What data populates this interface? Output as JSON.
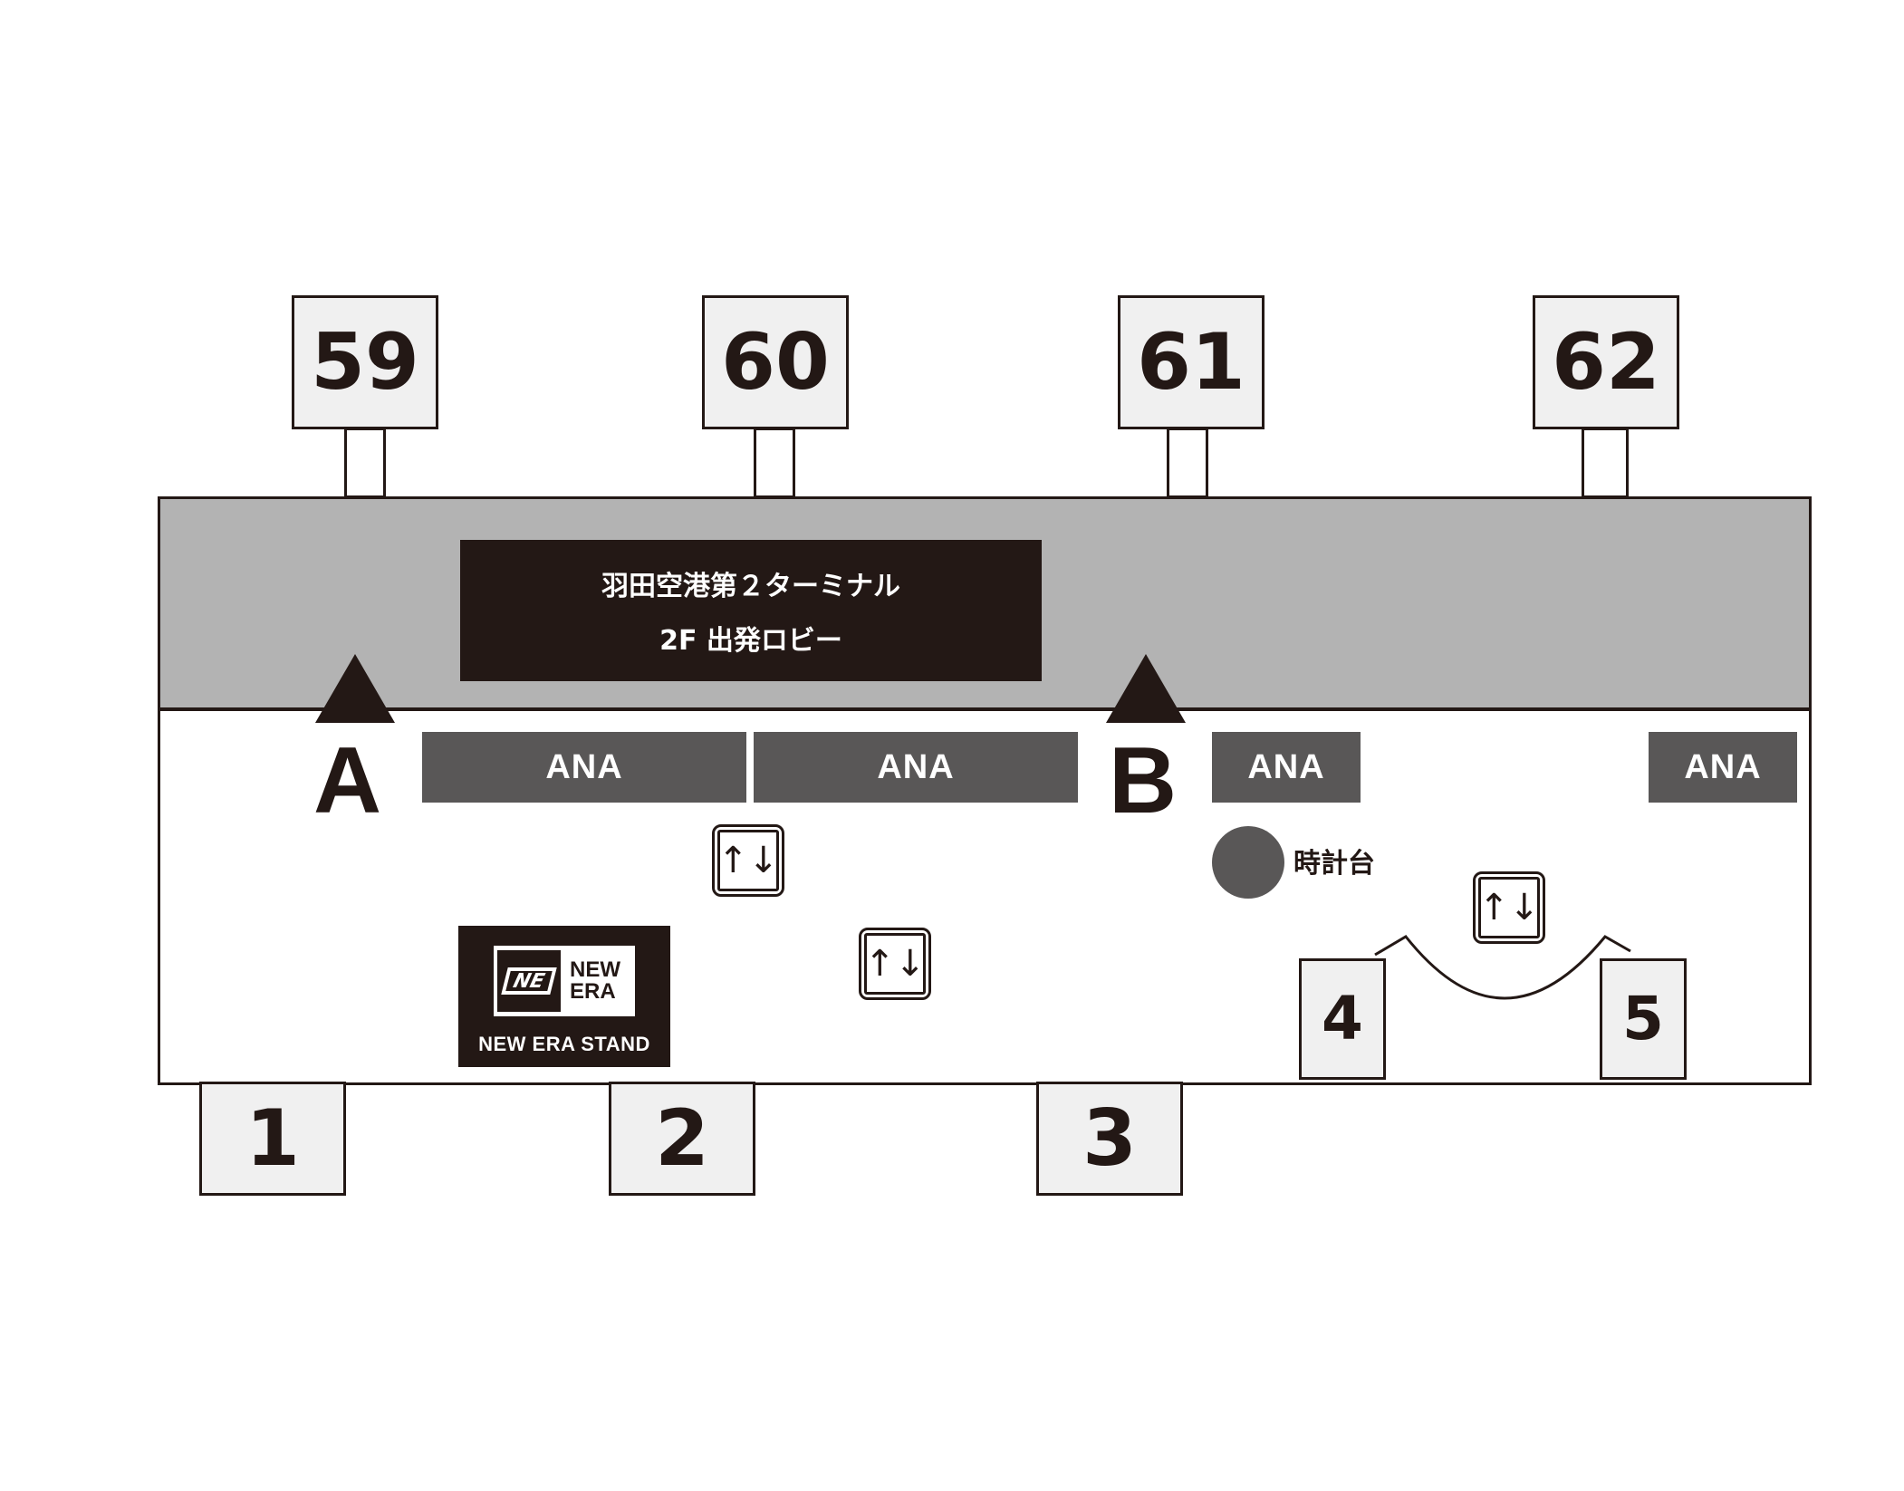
{
  "terminal": {
    "name": "羽田空港第２ターミナル",
    "floor": "2F 出発ロビー"
  },
  "boarding_gates": [
    "59",
    "60",
    "61",
    "62"
  ],
  "exits": [
    "1",
    "2",
    "3",
    "4",
    "5"
  ],
  "entrances": [
    "A",
    "B"
  ],
  "counters": [
    "ANA",
    "ANA",
    "ANA",
    "ANA"
  ],
  "landmarks": {
    "clock_tower": "時計台"
  },
  "escalator_symbol": "↑↓",
  "shop": {
    "logo_flag": "NE",
    "logo_word_1": "NEW",
    "logo_word_2": "ERA",
    "name": "NEW ERA STAND"
  },
  "colors": {
    "ink": "#231815",
    "concourse": "#b3b3b3",
    "counter": "#595757",
    "gate_fill": "#f0f0f0"
  }
}
